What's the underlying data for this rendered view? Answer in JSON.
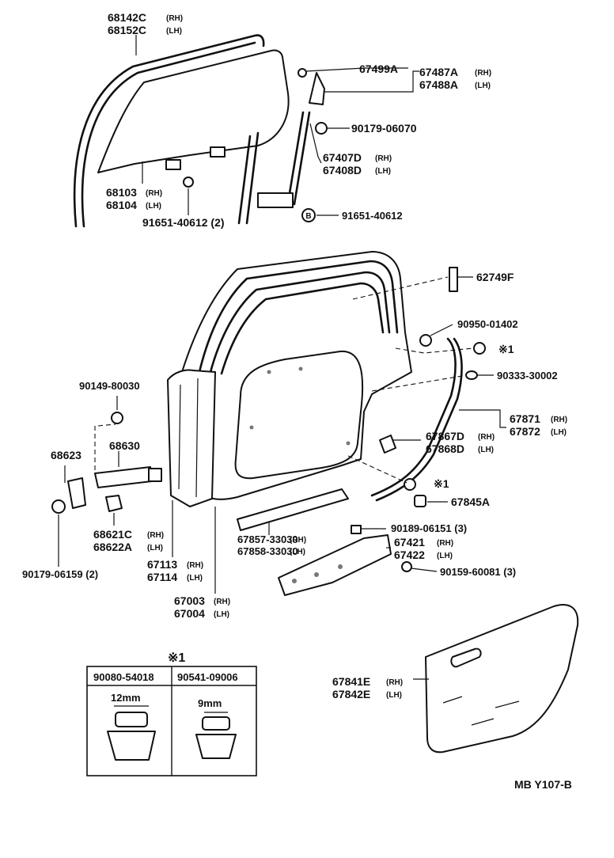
{
  "labels": {
    "glass_run": "68142C",
    "glass_run_lh": "68152C",
    "glass": "68103",
    "glass_lh": "68104",
    "glass_bolt": "91651-40612 (2)",
    "bracket_screw": "67499A",
    "corner_piece": "67487A",
    "corner_piece_lh": "67488A",
    "clip_top": "90179-06070",
    "division_bar": "67407D",
    "division_bar_lh": "67408D",
    "bolt_b": "91651-40612",
    "bolt_b_mark": "B",
    "pad": "62749F",
    "plug_upper": "90950-01402",
    "mark_1_upper": "※1",
    "plug_small": "90333-30002",
    "weatherstrip": "67871",
    "weatherstrip_lh": "67872",
    "clip_weatherstrip": "67867D",
    "clip_weatherstrip_lh": "67868D",
    "mark_1_lower": "※1",
    "clip_lower": "67845A",
    "screw_striker": "90149-80030",
    "lock_part": "68623",
    "hinge_part": "68630",
    "hinge_lower": "68621C",
    "hinge_lower_lh": "68622A",
    "nut_bottom": "90179-06159 (2)",
    "seal_bottom": "67857-33030",
    "seal_bottom_lh": "67858-33030",
    "frame_panel": "67113",
    "frame_panel_lh": "67114",
    "door_panel": "67003",
    "door_panel_lh": "67004",
    "clip_hole": "90189-06151 (3)",
    "hinge_plate": "67421",
    "hinge_plate_lh": "67422",
    "screw_hinge": "90159-60081 (3)",
    "trim_board": "67841E",
    "trim_board_lh": "67842E",
    "footer": "MB  Y107-B"
  },
  "side": {
    "rh": "(RH)",
    "lh": "(LH)"
  },
  "legend": {
    "title": "※1",
    "col1_part": "90080-54018",
    "col2_part": "90541-09006",
    "col1_size": "12mm",
    "col2_size": "9mm"
  }
}
